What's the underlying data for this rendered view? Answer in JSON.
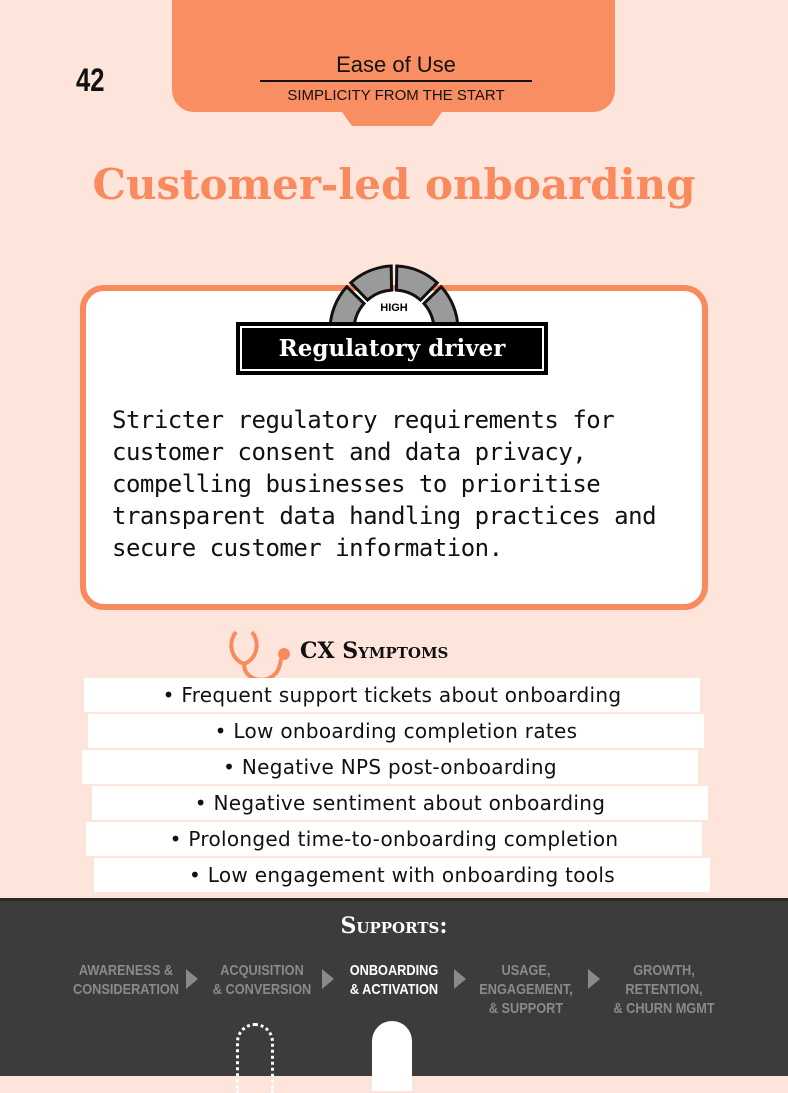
{
  "header": {
    "page_number": "42",
    "section": "Ease of Use",
    "subtitle": "SIMPLICITY FROM THE START"
  },
  "title": "Customer-led onboarding",
  "driver": {
    "level": "HIGH",
    "label": "Regulatory driver",
    "level_fraction": 1.0,
    "description": "Stricter regulatory requirements for customer consent and data privacy, compelling businesses to prioritise transparent data handling practices and secure customer information."
  },
  "symptoms": {
    "heading": "CX Symptoms",
    "items": [
      "• Frequent support tickets about onboarding",
      "• Low onboarding completion rates",
      "• Negative NPS post-onboarding",
      "• Negative sentiment about onboarding",
      "• Prolonged time-to-onboarding completion",
      "• Low engagement with onboarding tools"
    ]
  },
  "supports": {
    "heading": "Supports:",
    "stages": [
      {
        "l1": "AWARENESS &",
        "l2": "CONSIDERATION",
        "l3": ""
      },
      {
        "l1": "ACQUISITION",
        "l2": "& CONVERSION",
        "l3": ""
      },
      {
        "l1": "ONBOARDING",
        "l2": "& ACTIVATION",
        "l3": ""
      },
      {
        "l1": "USAGE,",
        "l2": "ENGAGEMENT,",
        "l3": "& SUPPORT"
      },
      {
        "l1": "GROWTH,",
        "l2": "RETENTION,",
        "l3": "& CHURN MGMT"
      }
    ],
    "active_stage": "ONBOARDING & ACTIVATION"
  },
  "colors": {
    "accent": "#f98a5d",
    "background": "#fde5dc",
    "footer": "#3d3c3b"
  }
}
